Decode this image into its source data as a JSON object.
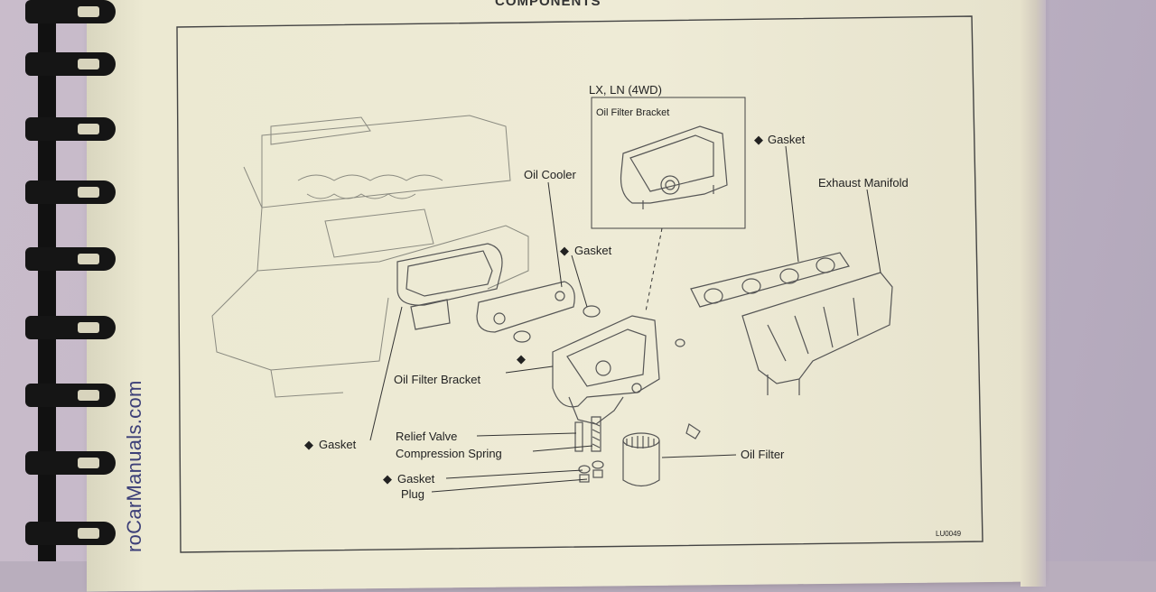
{
  "page": {
    "heading": "COMPONENTS",
    "watermark": "roCarManuals.com",
    "figure_code": "LU0049"
  },
  "inset": {
    "title": "LX, LN (4WD)",
    "bracket_label": "Oil Filter Bracket"
  },
  "labels": {
    "gasket_manifold": "Gasket",
    "exhaust_manifold": "Exhaust Manifold",
    "oil_cooler": "Oil Cooler",
    "gasket_cooler": "Gasket",
    "oil_filter_bracket": "Oil Filter Bracket",
    "gasket_left": "Gasket",
    "relief_valve": "Relief Valve",
    "compression_spring": "Compression Spring",
    "gasket_plug": "Gasket",
    "plug": "Plug",
    "oil_filter": "Oil Filter"
  },
  "symbols": {
    "diamond": "◆"
  }
}
